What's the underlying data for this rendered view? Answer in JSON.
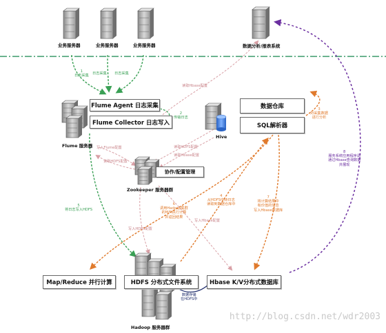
{
  "servers": {
    "biz1": "业务服务器",
    "biz2": "业务服务器",
    "biz3": "业务服务器",
    "analysis": "数据分析/报表系统",
    "flume": "Flume 服务器",
    "zookeeper": "Zookeeper 服务器群",
    "hadoop": "Hadoop 服务器群",
    "hive": "Hive"
  },
  "boxes": {
    "flume_agent": "Flume Agent 日志采集",
    "flume_collector": "Flume Collector 日志写入",
    "data_warehouse": "数据仓库",
    "sql_parser": "SQL解析器",
    "coordination": "协作/配置管理",
    "mapreduce": "Map/Reduce 并行计算",
    "hdfs": "HDFS 分布式文件系统",
    "hbase": "Hbase K/V分布式数据库"
  },
  "annotations": {
    "a1": [
      "1",
      "日志采集"
    ],
    "a1b": "日志采集",
    "a1c": "日志采集",
    "a2": [
      "2",
      "传输日志"
    ],
    "a3": [
      "3",
      "对采集数据",
      "进行分析"
    ],
    "a4": [
      "4",
      "从HDFS中转日志",
      "读取到数据仓库中"
    ],
    "a5": [
      "5",
      "将日志写入HDFS"
    ],
    "a6": [
      "6",
      "调用Hadoop集群",
      "的M/R执行计算",
      "并返回结果"
    ],
    "a7": [
      "7",
      "将计算结果中",
      "有价值的信息",
      "写入Hbase数据库"
    ],
    "a8": [
      "8",
      "服务系统应用程序调",
      "通过Hbase查询数据",
      "并展现"
    ],
    "hive_hbase_cfg": "读取Hbase配置",
    "write_flume_cfg": "写入Flume配置",
    "read_hdfs_cfg1": "读取HDFS配置",
    "read_hdfs_cfg2": "读取HDFS配置",
    "read_hbase_cfg2": "读取Hbase配置",
    "write_hdfs_cfg": "写入HDFS配置",
    "write_hbase_cfg": "写入Hbase配置",
    "store_hdfs": [
      "数据存储",
      "在HDFS中"
    ]
  },
  "watermark": "http://blog.csdn.net/wdr2003",
  "colors": {
    "green": "#3aa055",
    "orange": "#e07a2c",
    "purple": "#6b2fa0",
    "pink": "#d9a0a6",
    "navy": "#1d2b6b",
    "dashline": "#3a9a6a"
  }
}
